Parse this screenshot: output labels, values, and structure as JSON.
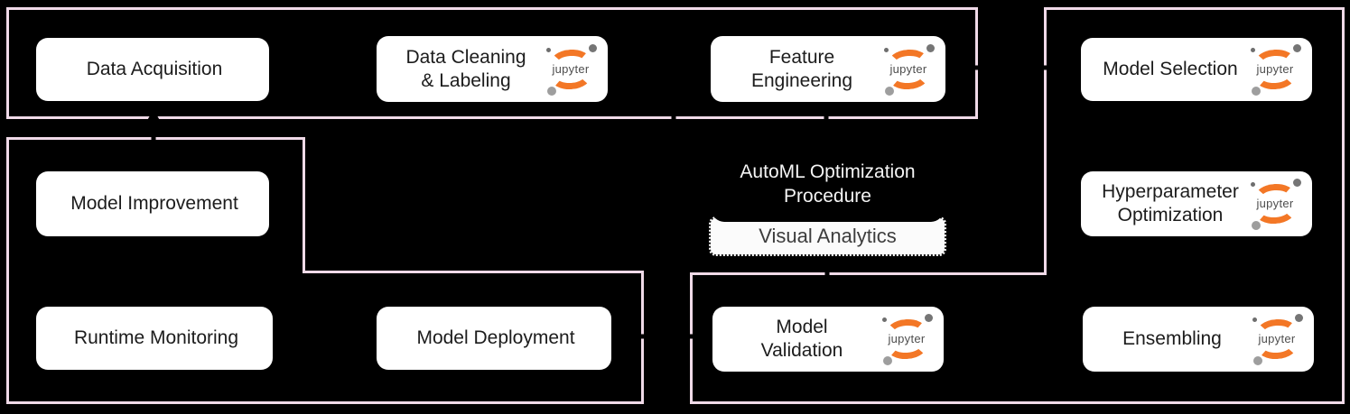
{
  "diagram": {
    "background_color": "#000000",
    "group_border_color": "#F0DAE8",
    "connector_color": "#000000",
    "node_style": {
      "background": "#FFFFFF",
      "text_color": "#1C1C1C"
    },
    "automl_block": {
      "title": "AutoML Optimization\nProcedure",
      "title_color": "#F5F5F5",
      "subtitle": "Visual Analytics",
      "subtitle_color": "#3D3D3D",
      "subtitle_background": "#FBFBFB"
    },
    "jupyter_logo": {
      "text": "jupyter",
      "orange": "#F37726",
      "text_color": "#4E4E4E"
    },
    "nodes": {
      "data_acquisition": {
        "label": "Data Acquisition",
        "jupyter": false
      },
      "data_cleaning": {
        "label": "Data Cleaning\n& Labeling",
        "jupyter": true
      },
      "feature_engineering": {
        "label": "Feature\nEngineering",
        "jupyter": true
      },
      "model_selection": {
        "label": "Model Selection",
        "jupyter": true
      },
      "hyperparameter_optimization": {
        "label": "Hyperparameter\nOptimization",
        "jupyter": true
      },
      "ensembling": {
        "label": "Ensembling",
        "jupyter": true
      },
      "model_validation": {
        "label": "Model\nValidation",
        "jupyter": true
      },
      "model_deployment": {
        "label": "Model Deployment",
        "jupyter": false
      },
      "runtime_monitoring": {
        "label": "Runtime Monitoring",
        "jupyter": false
      },
      "model_improvement": {
        "label": "Model Improvement",
        "jupyter": false
      }
    }
  }
}
